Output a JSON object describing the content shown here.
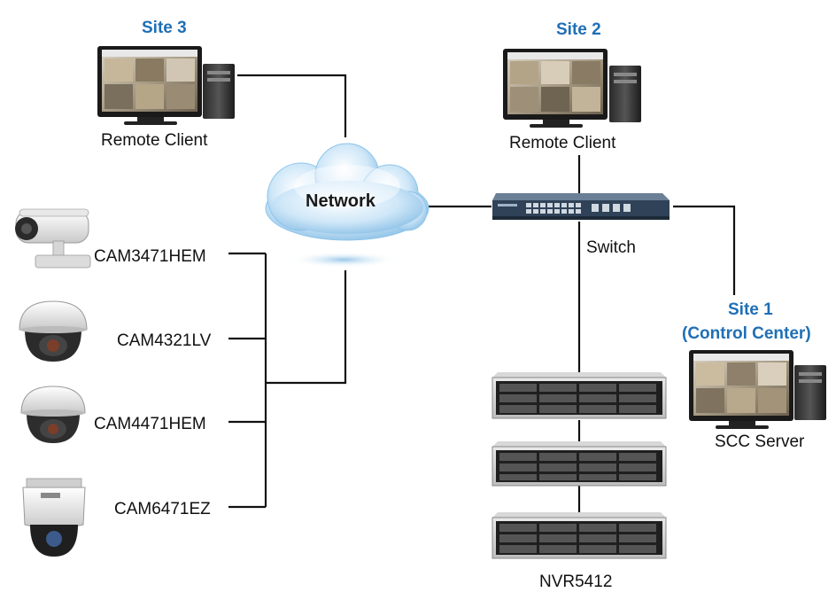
{
  "sites": {
    "site3": {
      "title": "Site 3",
      "device_label": "Remote Client"
    },
    "site2": {
      "title": "Site 2",
      "device_label": "Remote Client"
    },
    "site1": {
      "title_line1": "Site 1",
      "title_line2": "(Control Center)",
      "device_label": "SCC Server"
    }
  },
  "network": {
    "label": "Network"
  },
  "switch": {
    "label": "Switch"
  },
  "nvr": {
    "label": "NVR5412"
  },
  "cameras": [
    {
      "model": "CAM3471HEM"
    },
    {
      "model": "CAM4321LV"
    },
    {
      "model": "CAM4471HEM"
    },
    {
      "model": "CAM6471EZ"
    }
  ],
  "colors": {
    "site_title": "#1f6fb5",
    "line": "#111111",
    "cloud": "#8cc4ea",
    "switch_body": "#2f4258"
  }
}
